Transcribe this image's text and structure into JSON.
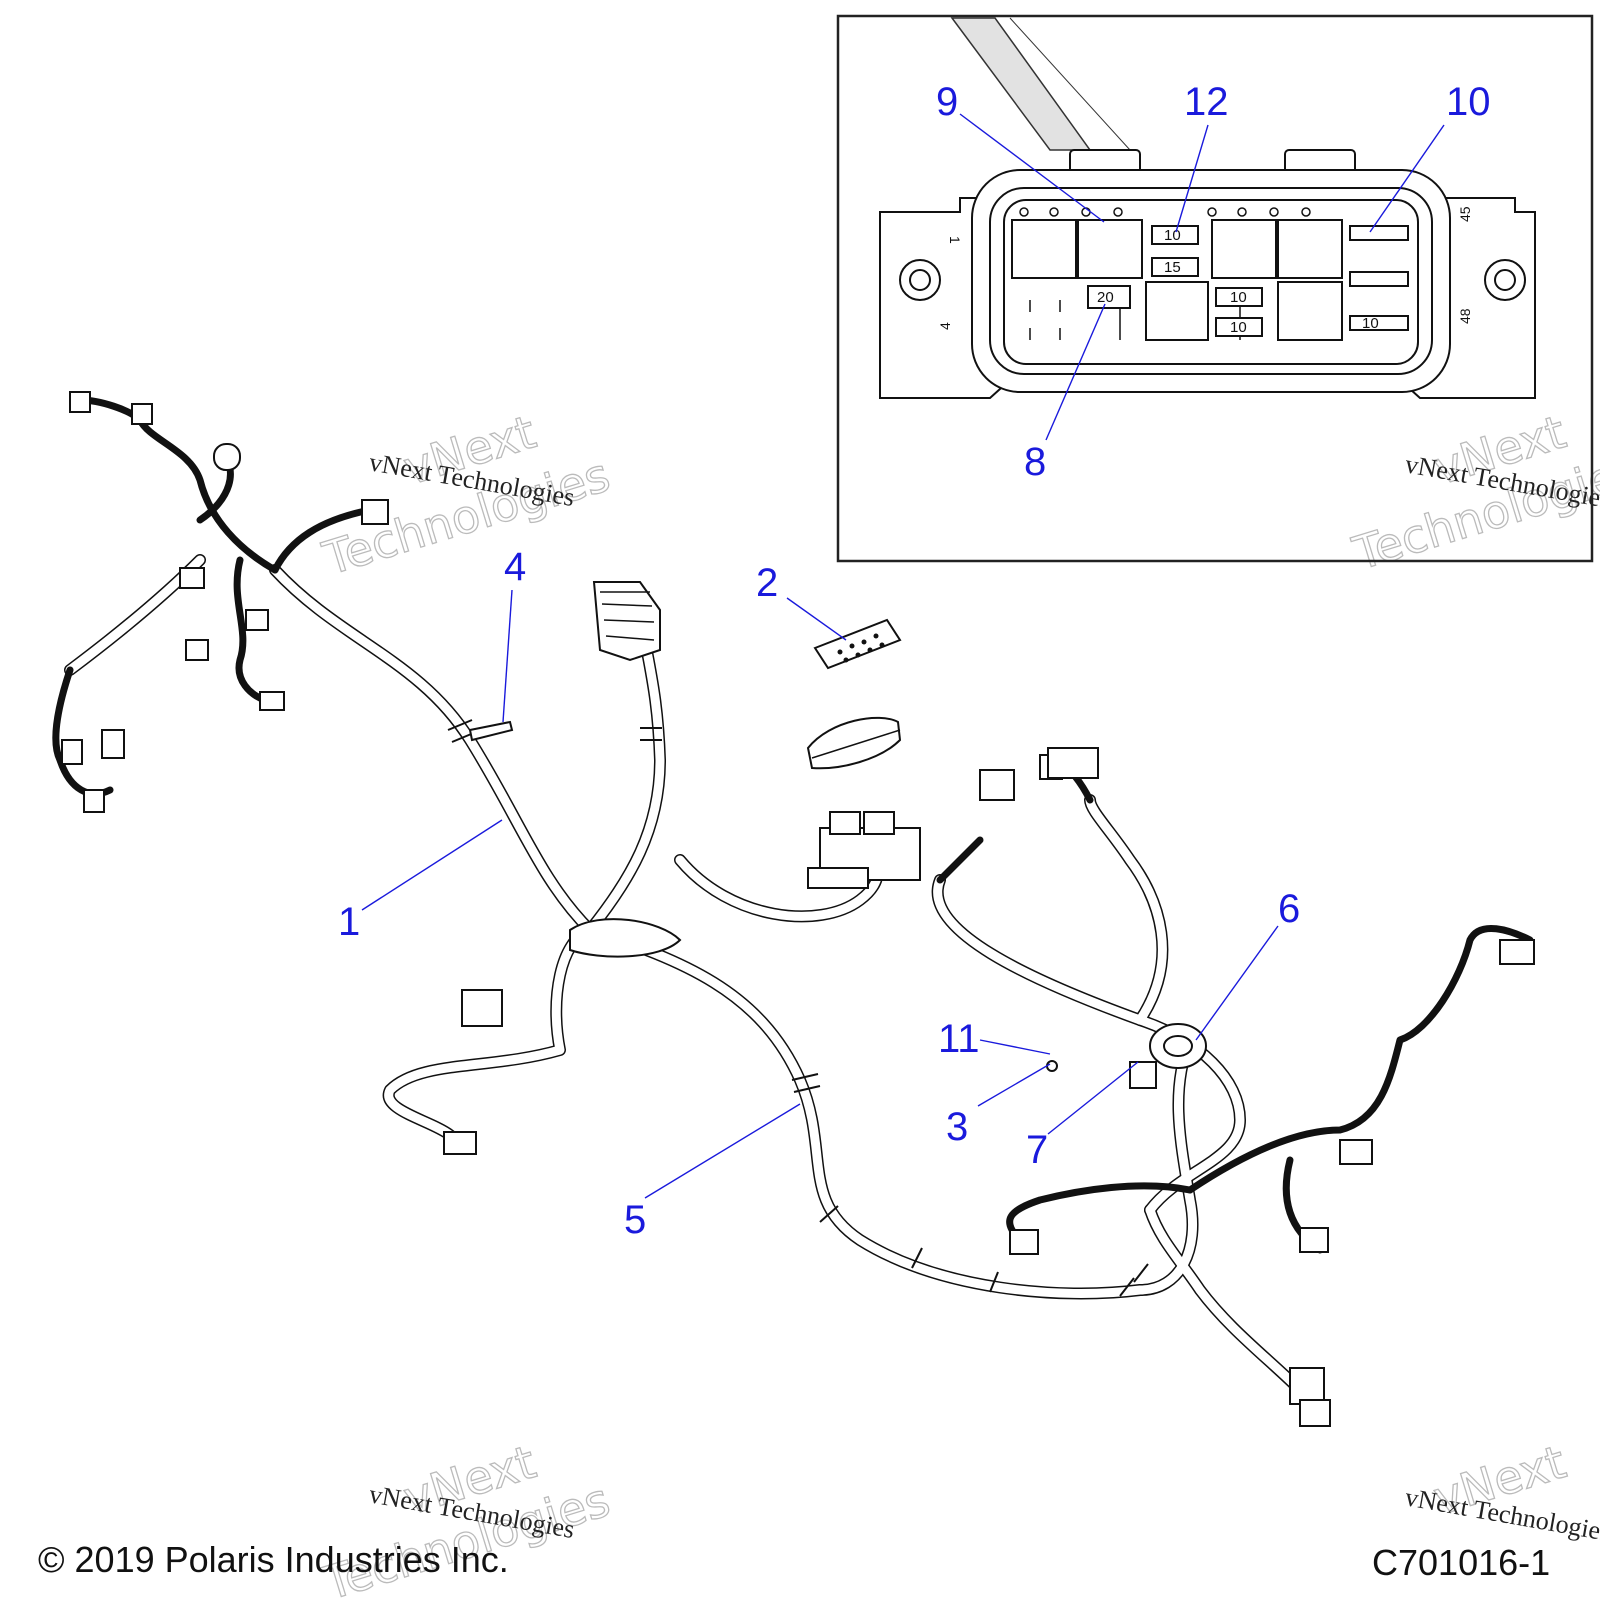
{
  "callouts": {
    "c1": "1",
    "c2": "2",
    "c3": "3",
    "c4": "4",
    "c5": "5",
    "c6": "6",
    "c7": "7",
    "c8": "8",
    "c9": "9",
    "c10": "10",
    "c11": "11",
    "c12": "12"
  },
  "fuse_box": {
    "fuse_a": "10",
    "fuse_b": "15",
    "fuse_c": "20",
    "fuse_d": "10",
    "fuse_e": "10",
    "fuse_f": "10",
    "pin_1": "1",
    "pin_4": "4",
    "pin_45": "45",
    "pin_48": "48"
  },
  "watermark": {
    "line1": "vNext Technologies",
    "line2": "vNext",
    "line3": "Technologies"
  },
  "footer": {
    "copyright": "© 2019 Polaris Industries Inc.",
    "figure_id": "C701016-1"
  }
}
